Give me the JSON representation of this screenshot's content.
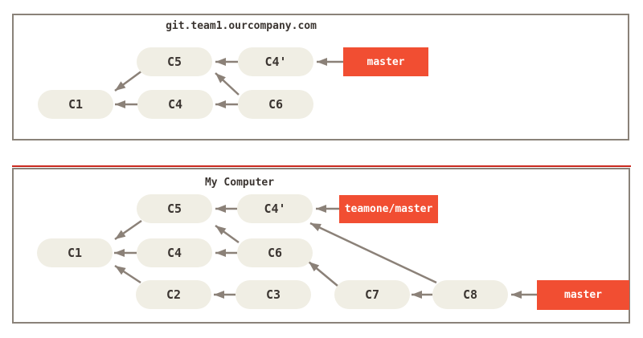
{
  "remote": {
    "title": "git.team1.ourcompany.com",
    "nodes": {
      "c1": "C1",
      "c4": "C4",
      "c5": "C5",
      "c4_prime": "C4'",
      "c6": "C6"
    },
    "branch": {
      "master": "master"
    }
  },
  "local": {
    "title": "My Computer",
    "nodes": {
      "c1": "C1",
      "c2": "C2",
      "c3": "C3",
      "c4": "C4",
      "c5": "C5",
      "c4_prime": "C4'",
      "c6": "C6",
      "c7": "C7",
      "c8": "C8"
    },
    "branch": {
      "teamone_master": "teamone/master",
      "master": "master"
    }
  },
  "colors": {
    "background": "#FFFFFF",
    "node_fill": "#F0EEE4",
    "node_text": "#3B3531",
    "arrow": "#8B8178",
    "panel_border": "#8A8279",
    "branch_bg": "#F14E32",
    "branch_text": "#FFFFFF",
    "divider": "#C9281E"
  }
}
